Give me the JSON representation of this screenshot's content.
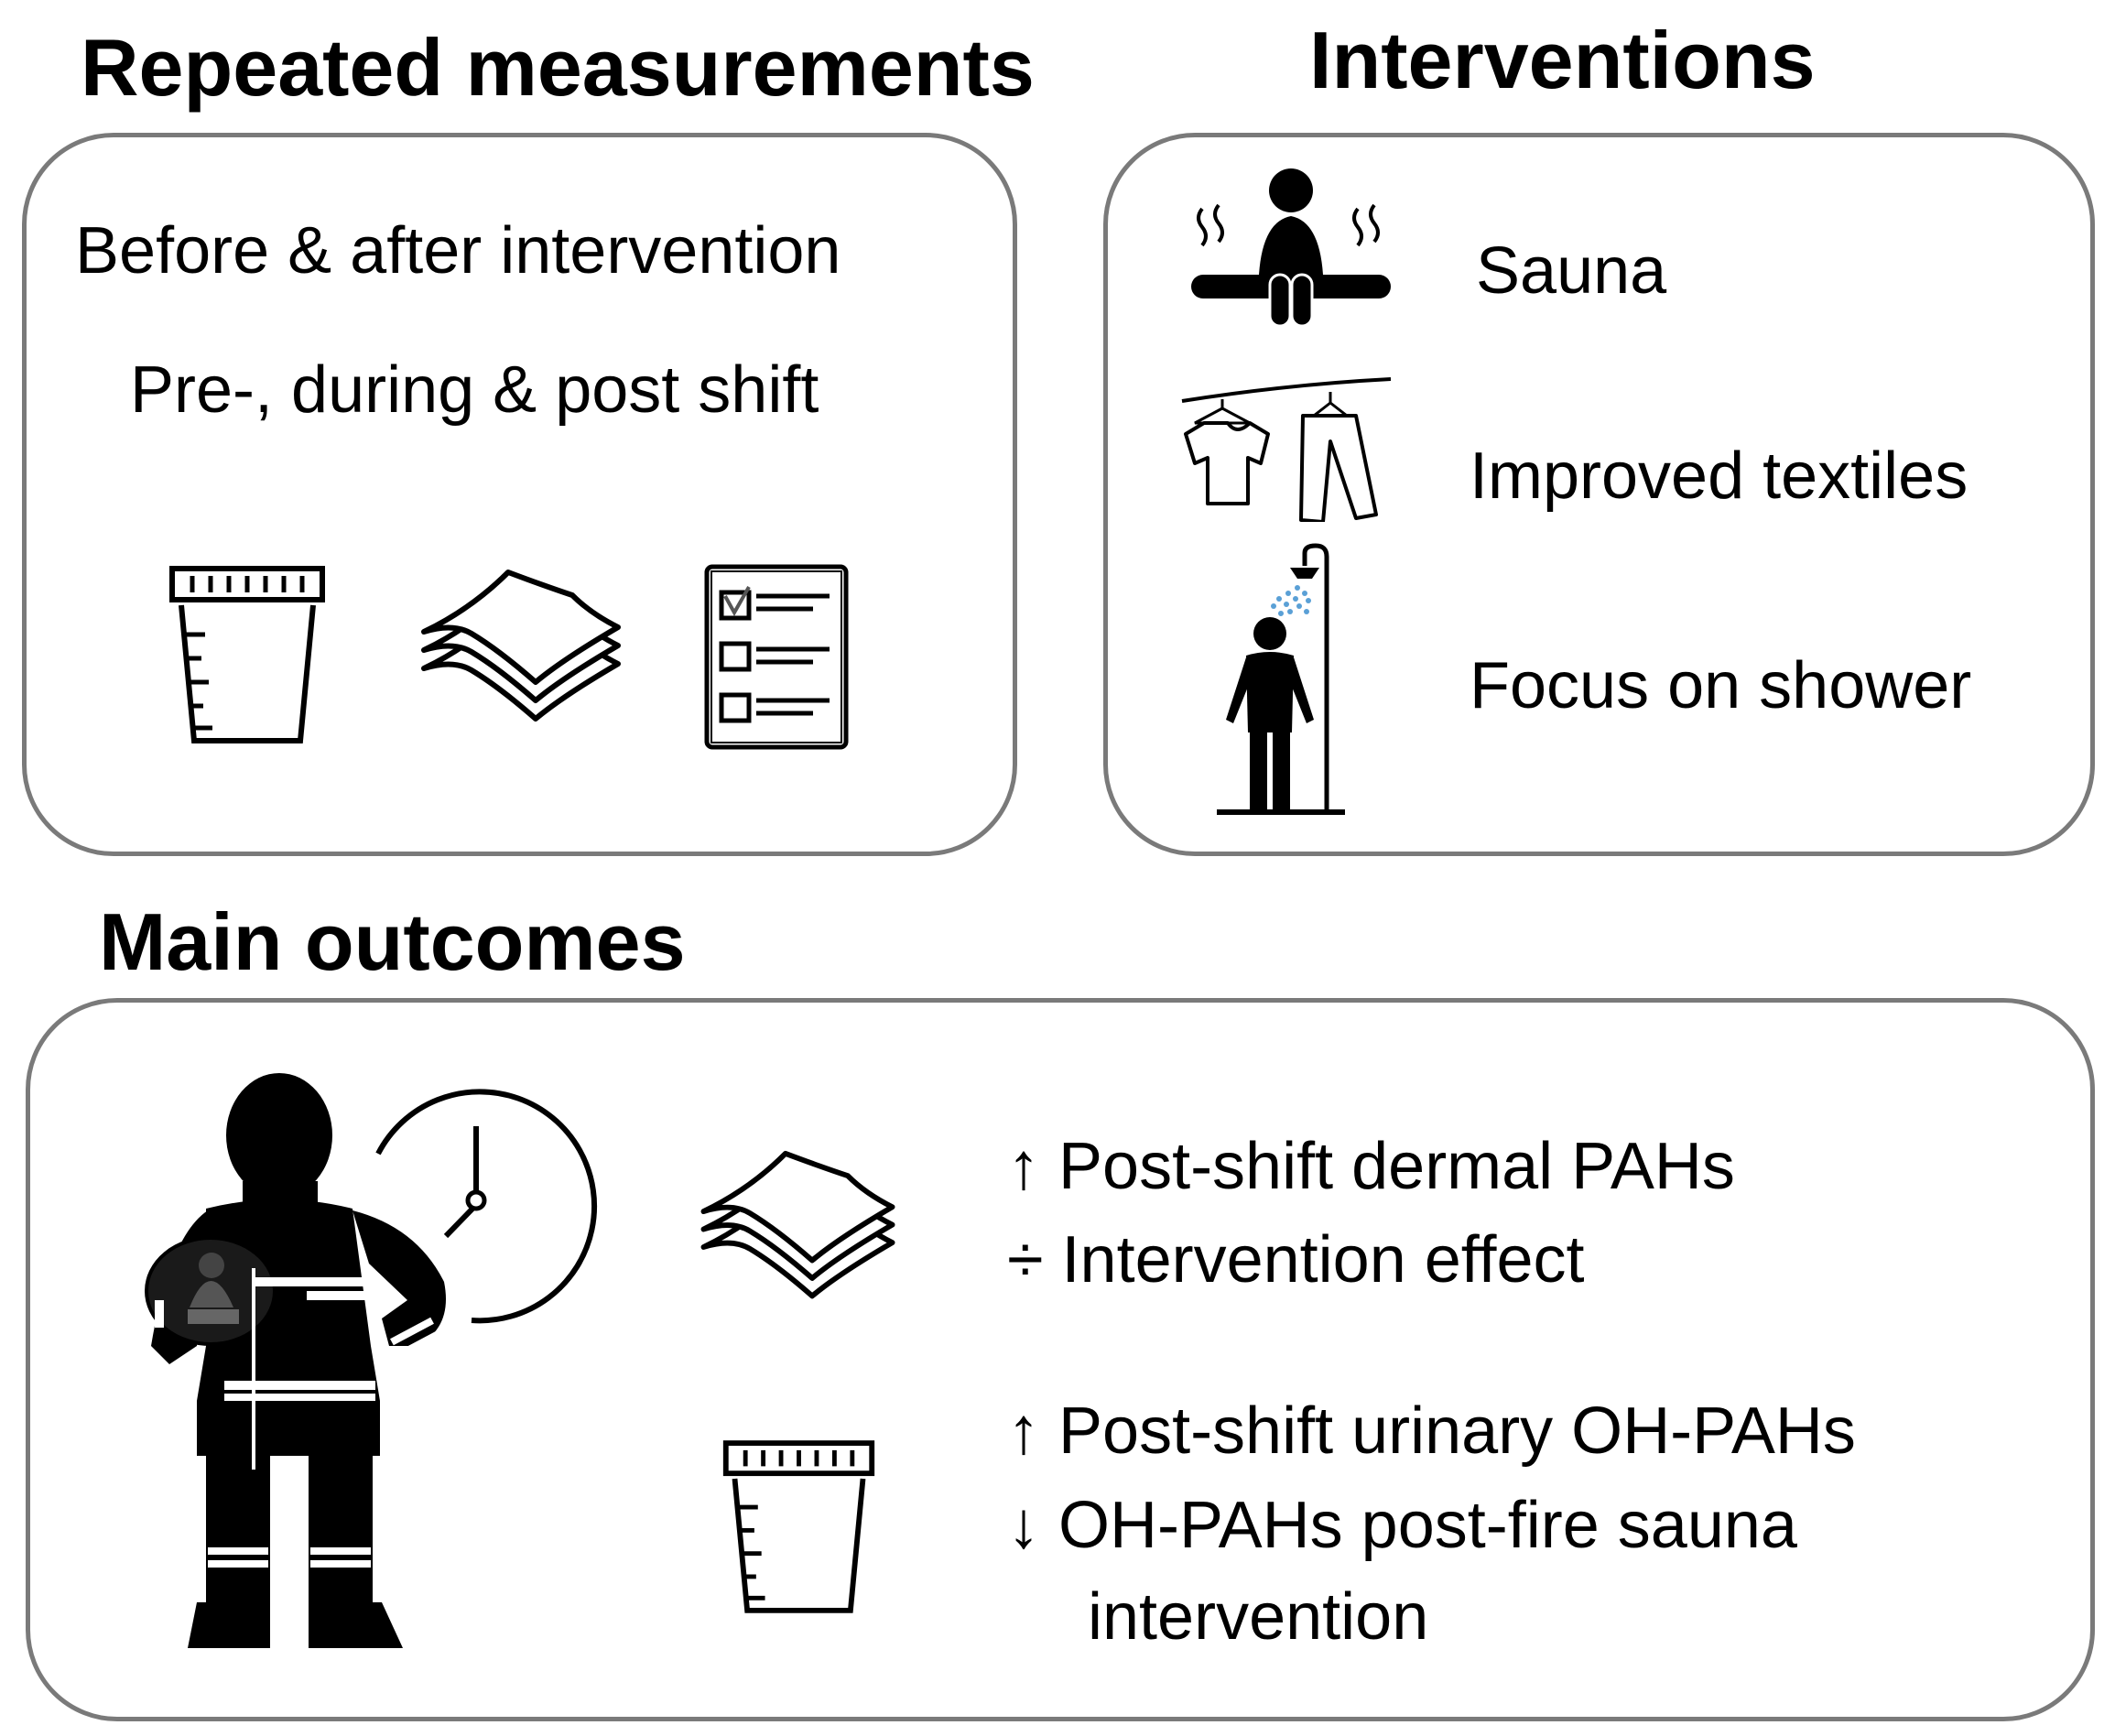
{
  "headings": {
    "repeated": "Repeated measurements",
    "interventions": "Interventions",
    "outcomes": "Main outcomes"
  },
  "repeated": {
    "line1": "Before & after intervention",
    "line2": "Pre-, during & post shift",
    "icons": [
      "urine-cup-icon",
      "skin-wipes-icon",
      "questionnaire-icon"
    ]
  },
  "interventions": {
    "items": [
      {
        "label": "Sauna",
        "icon": "sauna-icon"
      },
      {
        "label": "Improved textiles",
        "icon": "clothes-line-icon"
      },
      {
        "label": "Focus on shower",
        "icon": "shower-icon"
      }
    ]
  },
  "outcomes": {
    "dermal": {
      "line1": "↑ Post-shift dermal PAHs",
      "line2": "÷ Intervention effect"
    },
    "urinary": {
      "line1": "↑ Post-shift urinary OH-PAHs",
      "line2": "↓ OH-PAHs post-fire sauna",
      "line3": "intervention"
    },
    "icons": [
      "firefighter-icon",
      "clock-icon",
      "skin-wipes-icon",
      "urine-cup-icon"
    ]
  },
  "colors": {
    "panel_border": "#7a7a7a",
    "text": "#000000",
    "water": "#5aa0d6"
  }
}
